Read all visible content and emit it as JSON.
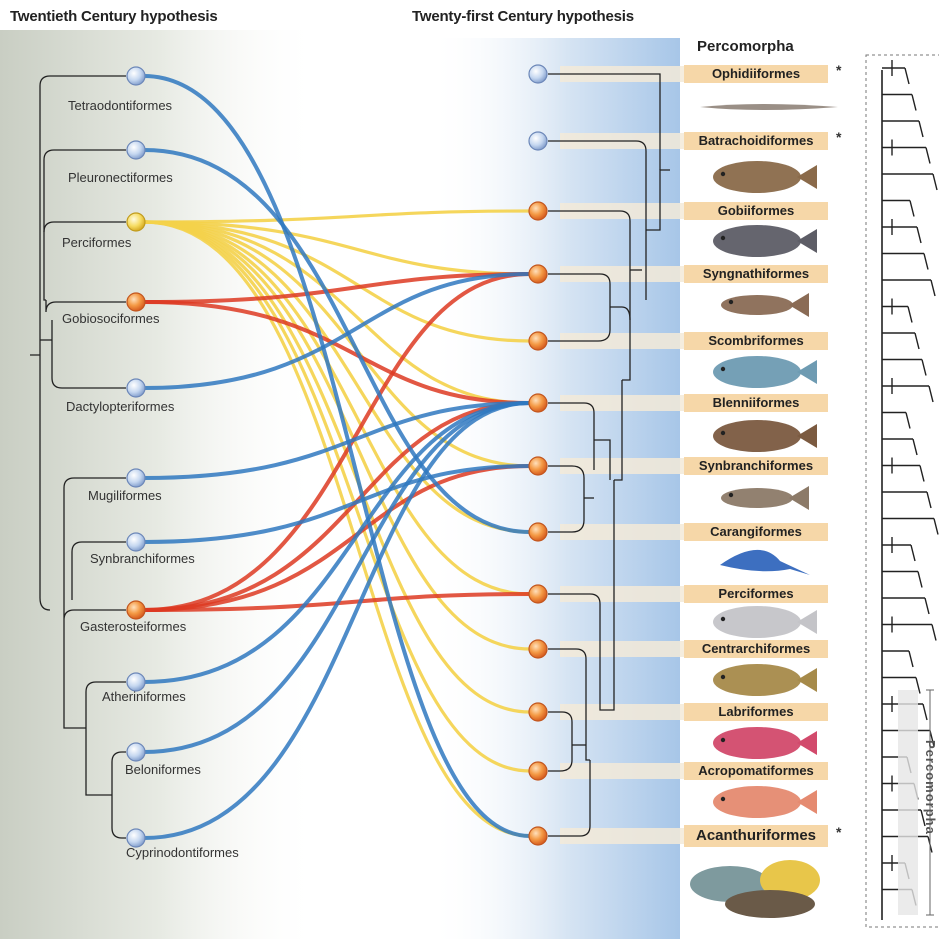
{
  "headers": {
    "left": "Twentieth Century hypothesis",
    "middle": "Twenty-first Century hypothesis",
    "right": "Percomorpha"
  },
  "old_orders": [
    {
      "label": "Tetraodontiformes",
      "color": "blue"
    },
    {
      "label": "Pleuronectiformes",
      "color": "blue"
    },
    {
      "label": "Perciformes",
      "color": "yellow"
    },
    {
      "label": "Gobiosociformes",
      "color": "orange"
    },
    {
      "label": "Dactylopteriformes",
      "color": "blue"
    },
    {
      "label": "Mugiliformes",
      "color": "blue"
    },
    {
      "label": "Synbranchiformes",
      "color": "blue"
    },
    {
      "label": "Gasterosteiformes",
      "color": "orange"
    },
    {
      "label": "Atheriniformes",
      "color": "blue"
    },
    {
      "label": "Beloniformes",
      "color": "blue"
    },
    {
      "label": "Cyprinodontiformes",
      "color": "blue"
    }
  ],
  "new_orders": [
    {
      "label": "Ophidiiformes",
      "star": "*",
      "node": "blue"
    },
    {
      "label": "Batrachoidiformes",
      "star": "*",
      "node": "blue"
    },
    {
      "label": "Gobiiformes",
      "star": "",
      "node": "orange"
    },
    {
      "label": "Syngnathiformes",
      "star": "",
      "node": "orange"
    },
    {
      "label": "Scombriformes",
      "star": "",
      "node": "orange"
    },
    {
      "label": "Blenniiformes",
      "star": "",
      "node": "orange"
    },
    {
      "label": "Synbranchiformes",
      "star": "",
      "node": "orange"
    },
    {
      "label": "Carangiformes",
      "star": "",
      "node": "orange"
    },
    {
      "label": "Perciformes",
      "star": "",
      "node": "orange"
    },
    {
      "label": "Centrarchiformes",
      "star": "",
      "node": "orange"
    },
    {
      "label": "Labriformes",
      "star": "",
      "node": "orange"
    },
    {
      "label": "Acropomatiformes",
      "star": "",
      "node": "orange"
    },
    {
      "label": "Acanthuriformes",
      "star": "*",
      "node": "orange"
    }
  ],
  "links": [
    {
      "from": "Tetraodontiformes",
      "to": "Acanthuriformes",
      "color": "blue"
    },
    {
      "from": "Pleuronectiformes",
      "to": "Carangiformes",
      "color": "blue"
    },
    {
      "from": "Perciformes",
      "to": "Gobiiformes",
      "color": "yellow"
    },
    {
      "from": "Perciformes",
      "to": "Syngnathiformes",
      "color": "yellow"
    },
    {
      "from": "Perciformes",
      "to": "Scombriformes",
      "color": "yellow"
    },
    {
      "from": "Perciformes",
      "to": "Blenniiformes",
      "color": "yellow"
    },
    {
      "from": "Perciformes",
      "to": "Synbranchiformes",
      "color": "yellow"
    },
    {
      "from": "Perciformes",
      "to": "Carangiformes",
      "color": "yellow"
    },
    {
      "from": "Perciformes",
      "to": "Perciformes",
      "color": "yellow"
    },
    {
      "from": "Perciformes",
      "to": "Centrarchiformes",
      "color": "yellow"
    },
    {
      "from": "Perciformes",
      "to": "Labriformes",
      "color": "yellow"
    },
    {
      "from": "Perciformes",
      "to": "Acropomatiformes",
      "color": "yellow"
    },
    {
      "from": "Perciformes",
      "to": "Acanthuriformes",
      "color": "yellow"
    },
    {
      "from": "Gobiosociformes",
      "to": "Syngnathiformes",
      "color": "red"
    },
    {
      "from": "Gobiosociformes",
      "to": "Blenniiformes",
      "color": "red"
    },
    {
      "from": "Dactylopteriformes",
      "to": "Syngnathiformes",
      "color": "blue"
    },
    {
      "from": "Mugiliformes",
      "to": "Blenniiformes",
      "color": "blue"
    },
    {
      "from": "Synbranchiformes",
      "to": "Synbranchiformes",
      "color": "blue"
    },
    {
      "from": "Gasterosteiformes",
      "to": "Syngnathiformes",
      "color": "red"
    },
    {
      "from": "Gasterosteiformes",
      "to": "Blenniiformes",
      "color": "red"
    },
    {
      "from": "Gasterosteiformes",
      "to": "Synbranchiformes",
      "color": "red"
    },
    {
      "from": "Gasterosteiformes",
      "to": "Perciformes",
      "color": "red"
    },
    {
      "from": "Atheriniformes",
      "to": "Blenniiformes",
      "color": "blue"
    },
    {
      "from": "Beloniformes",
      "to": "Blenniiformes",
      "color": "blue"
    },
    {
      "from": "Cyprinodontiformes",
      "to": "Blenniiformes",
      "color": "blue"
    }
  ],
  "right_panel_label": "Percomorpha",
  "colors": {
    "blue": "#2f78c0",
    "lightblue": "#a9c8e8",
    "yellow": "#f4d24a",
    "red": "#dd3a22",
    "orange": "#f08a2a",
    "label_bg": "#f6d7a8",
    "blue_band": "#a7c6e8"
  }
}
